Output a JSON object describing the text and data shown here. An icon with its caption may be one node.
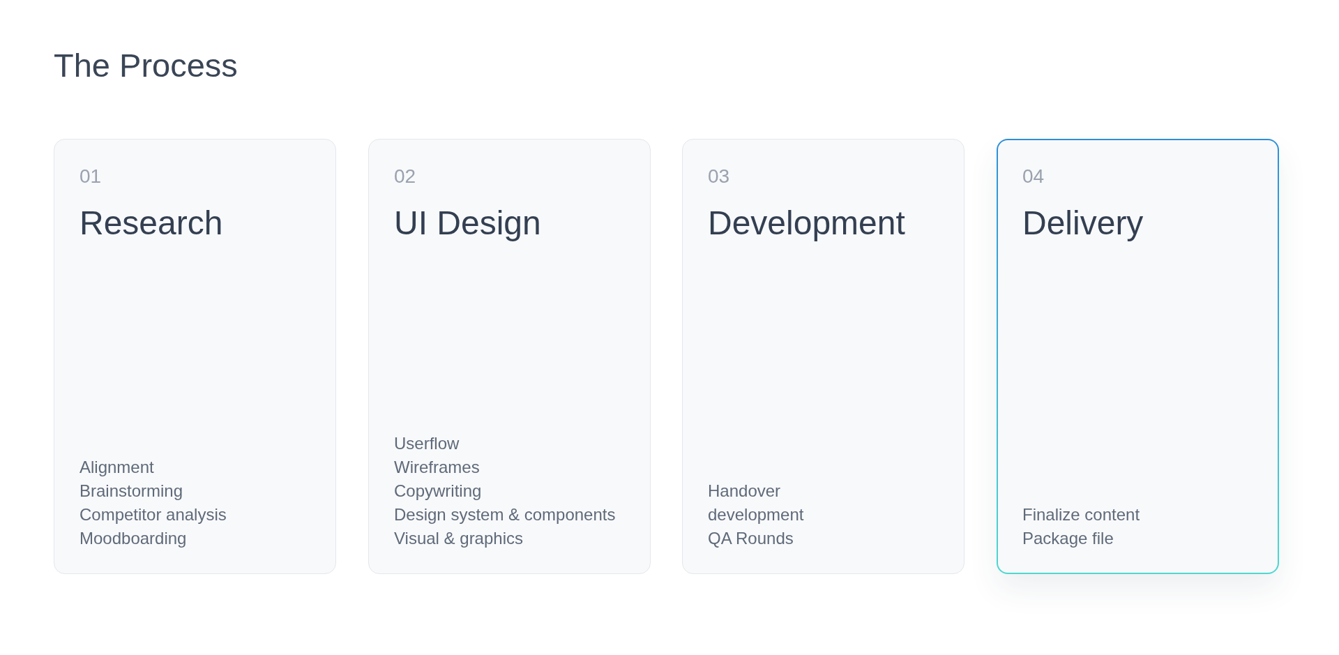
{
  "diagram": {
    "title": "The Process",
    "nodes": [
      {
        "text": [
          "01",
          "Research",
          "Alignment",
          "Brainstorming",
          "Competitor analysis",
          "Moodboarding"
        ]
      },
      {
        "text": [
          "02",
          "UI Design",
          "Userflow",
          "Wireframes",
          "Copywriting",
          "Design system & components",
          "Visual & graphics"
        ]
      },
      {
        "text": [
          "03",
          "Development",
          "Handover",
          "development",
          "QA Rounds"
        ]
      },
      {
        "text": [
          "04",
          "Delivery",
          "Finalize content",
          "Package file"
        ]
      }
    ]
  }
}
